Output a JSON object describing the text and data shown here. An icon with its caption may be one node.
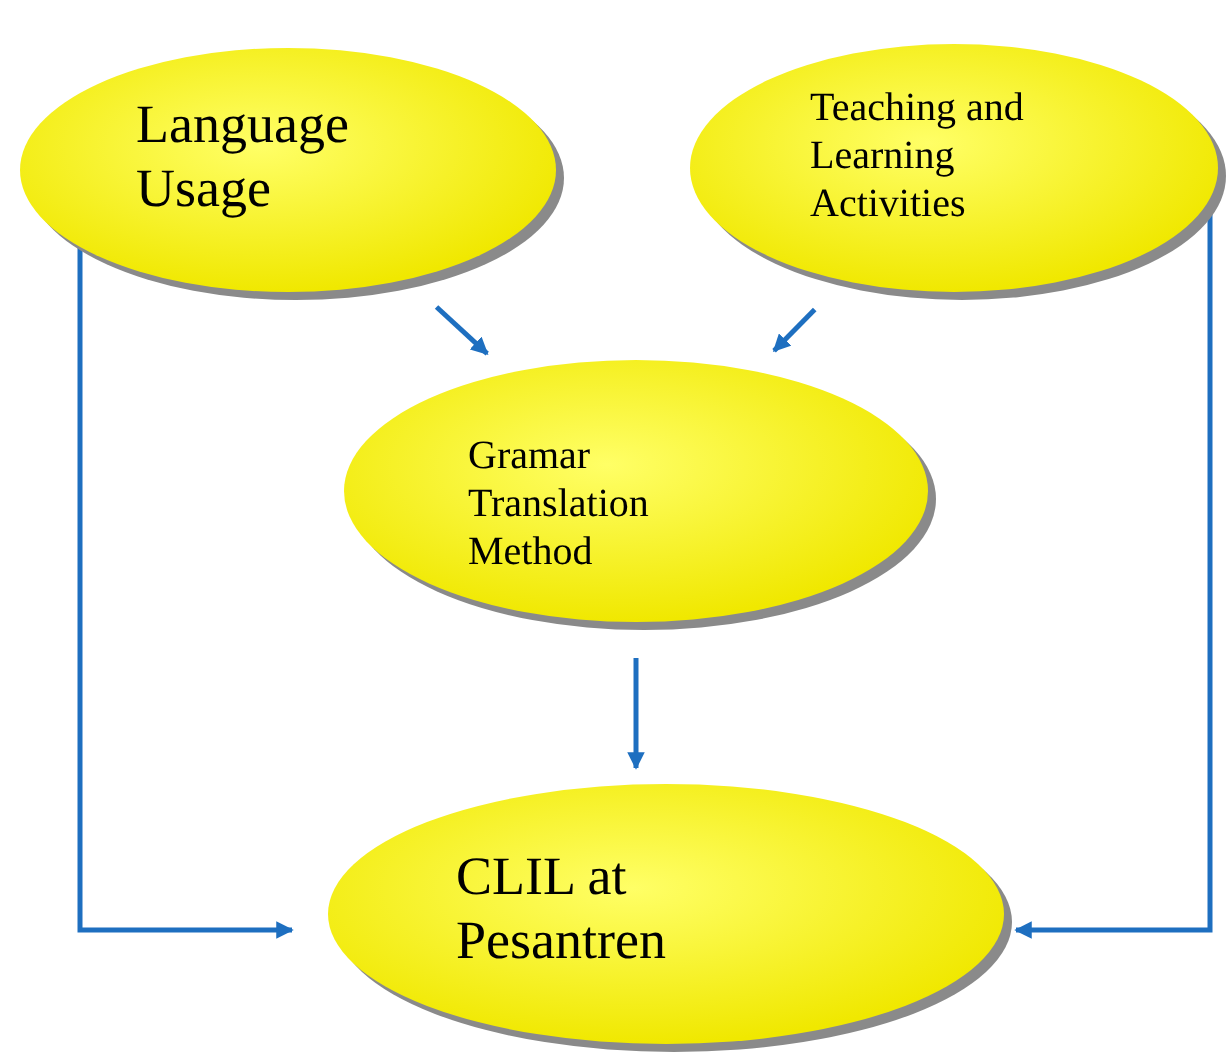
{
  "diagram": {
    "nodes": [
      {
        "text": [
          "Language Usage"
        ]
      },
      {
        "text": [
          "Teaching and Learning Activities"
        ]
      },
      {
        "text": [
          "Gramar Translation Method"
        ]
      },
      {
        "text": [
          "CLIL at Pesantren"
        ]
      }
    ],
    "edges": [
      {
        "from": 0,
        "to": 2,
        "arrow": "to"
      },
      {
        "from": 1,
        "to": 2,
        "arrow": "to"
      },
      {
        "from": 2,
        "to": 3,
        "arrow": "to"
      },
      {
        "from": 0,
        "to": 3,
        "arrow": "to"
      },
      {
        "from": 1,
        "to": 3,
        "arrow": "to"
      }
    ]
  }
}
